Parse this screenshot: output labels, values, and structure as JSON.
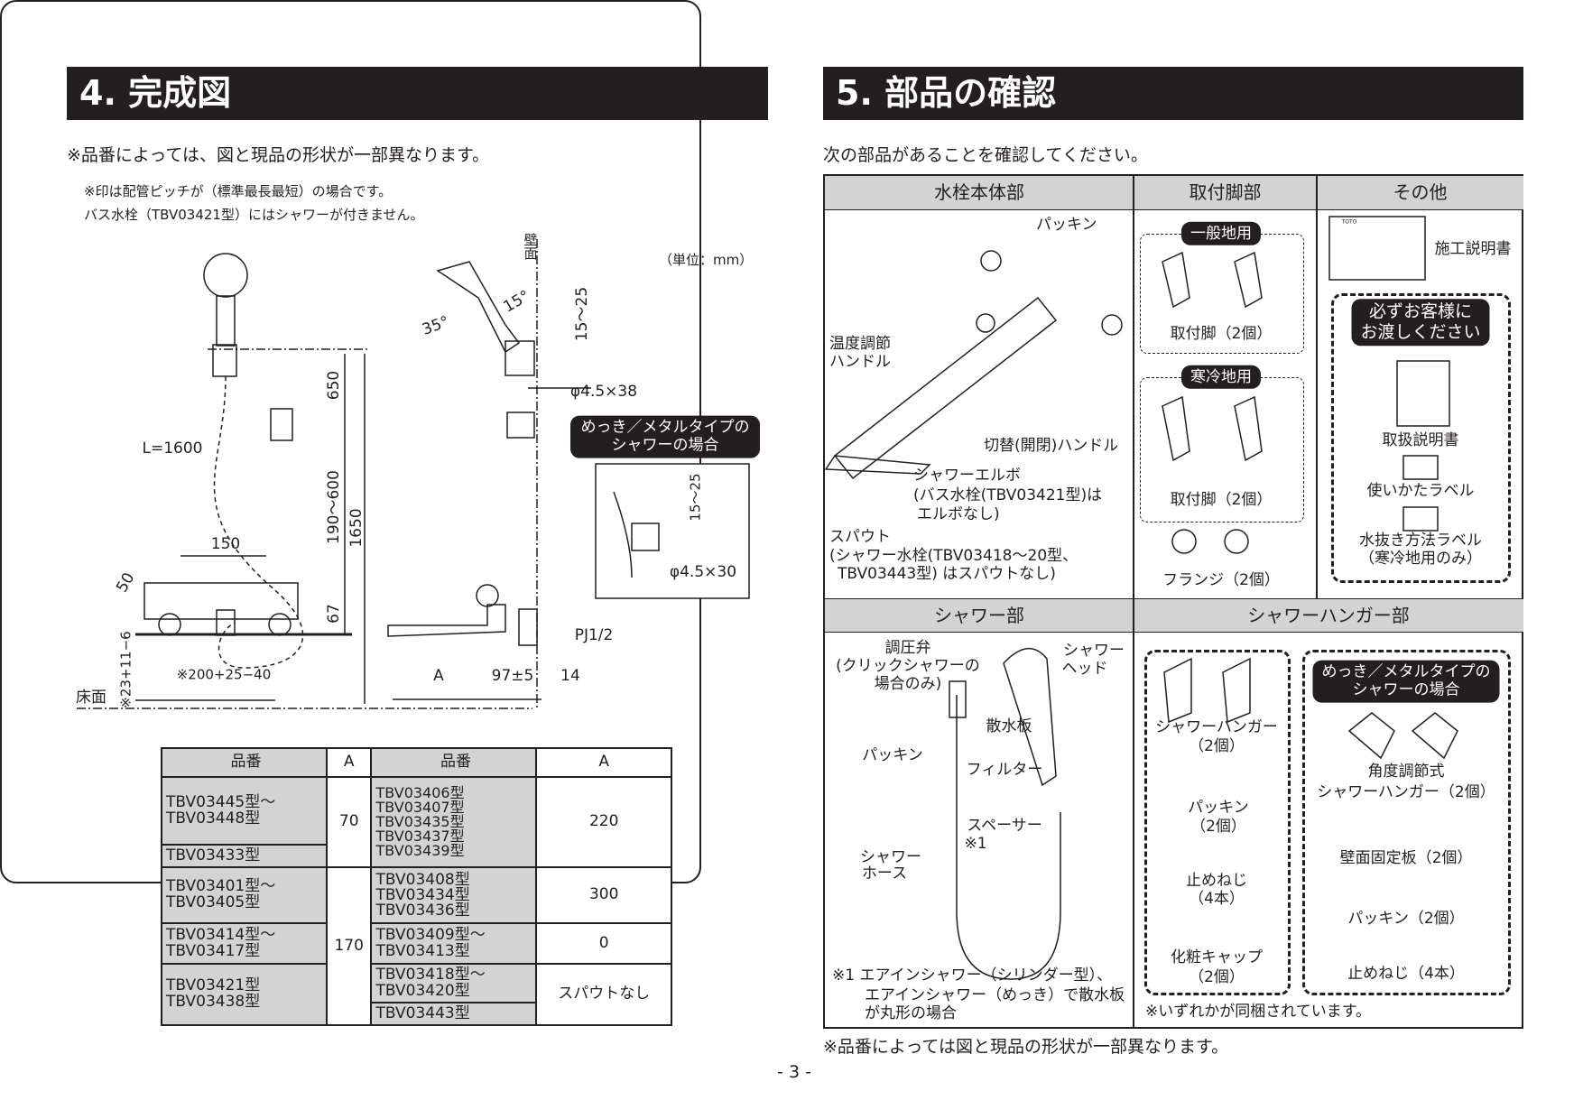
{
  "left": {
    "title": "4. 完成図",
    "note": "※品番によっては、図と現品の形状が一部異なります。",
    "box_note1": "※印は配管ピッチが（標準最長最短）の場合です。",
    "box_note2": "バス水栓（TBV03421型）にはシャワーが付きません。",
    "unit": "（単位：mm）",
    "dims": {
      "wall": "壁面",
      "d650": "650",
      "d190": "190〜600",
      "d1650": "1650",
      "hose": "L=1600",
      "d150": "150",
      "d50": "50",
      "d67": "67",
      "d23": "※23+11−6",
      "d200": "※200+25−40",
      "floor": "床面",
      "a15": "15°",
      "a35": "35°",
      "d1525": "15〜25",
      "screw38": "φ4.5×38",
      "inset1525": "15〜25",
      "screw30": "φ4.5×30",
      "pj": "PJ1/2",
      "dA": "A",
      "d97": "97±5",
      "d14": "14"
    },
    "metal_badge": "めっき／メタルタイプのシャワーの場合",
    "table": {
      "h_model": "品番",
      "h_a": "A",
      "l": [
        "TBV03445型〜\nTBV03448型",
        "TBV03433型",
        "TBV03401型〜\nTBV03405型",
        "TBV03414型〜\nTBV03417型",
        "TBV03421型\nTBV03438型"
      ],
      "la": [
        "70",
        "170"
      ],
      "r": [
        "TBV03406型\nTBV03407型\nTBV03435型\nTBV03437型\nTBV03439型",
        "TBV03408型\nTBV03434型\nTBV03436型",
        "TBV03409型〜\nTBV03413型",
        "TBV03418型〜\nTBV03420型",
        "TBV03443型"
      ],
      "ra": [
        "220",
        "300",
        "0",
        "スパウトなし"
      ]
    }
  },
  "right": {
    "title": "5. 部品の確認",
    "note": "次の部品があることを確認してください。",
    "headers": [
      "水栓本体部",
      "取付脚部",
      "その他",
      "シャワー部",
      "シャワーハンガー部"
    ],
    "body": {
      "packing": "パッキン",
      "temp1": "温度調節",
      "temp2": "ハンドル",
      "switch": "切替(開閉)ハンドル",
      "elbow1": "シャワーエルボ",
      "elbow2": "(バス水栓(TBV03421型)は",
      "elbow3": "エルボなし)",
      "spout1": "スパウト",
      "spout2": "(シャワー水栓(TBV03418〜20型、",
      "spout3": "TBV03443型) はスパウトなし)"
    },
    "legs": {
      "general": "一般地用",
      "cold": "寒冷地用",
      "leg1": "取付脚（2個）",
      "leg2": "取付脚（2個）",
      "flange": "フランジ（2個）"
    },
    "other": {
      "manual": "施工説明書",
      "hand1": "必ずお客様に",
      "hand2": "お渡しください",
      "user_manual": "取扱説明書",
      "usage_label": "使いかたラベル",
      "drain1": "水抜き方法ラベル",
      "drain2": "（寒冷地用のみ）",
      "logo": "TOTO"
    },
    "shower": {
      "valve1": "調圧弁",
      "valve2": "(クリックシャワーの",
      "valve3": "場合のみ)",
      "head1": "シャワー",
      "head2": "ヘッド",
      "plate": "散水板",
      "packing": "パッキン",
      "filter": "フィルター",
      "spacer": "スペーサー",
      "spacer_note": "※1",
      "hose1": "シャワー",
      "hose2": "ホース",
      "fn1": "※1  エアインシャワー（シリンダー型）、",
      "fn2": "エアインシャワー（めっき）で散水板",
      "fn3": "が丸形の場合"
    },
    "hanger": {
      "h1": "シャワーハンガー",
      "h2": "（2個）",
      "p1": "パッキン",
      "p2": "（2個）",
      "s1": "止めねじ",
      "s2": "（4本）",
      "c1": "化粧キャップ",
      "c2": "（2個）",
      "badge1": "めっき／メタルタイプの",
      "badge2": "シャワーの場合",
      "ah1": "角度調節式",
      "ah2": "シャワーハンガー（2個）",
      "wall": "壁面固定板（2個）",
      "mp": "パッキン（2個）",
      "ms": "止めねじ（4本）",
      "either": "※いずれかが同梱されています。"
    },
    "bottom_note": "※品番によっては図と現品の形状が一部異なります。"
  },
  "page": "- 3 -"
}
